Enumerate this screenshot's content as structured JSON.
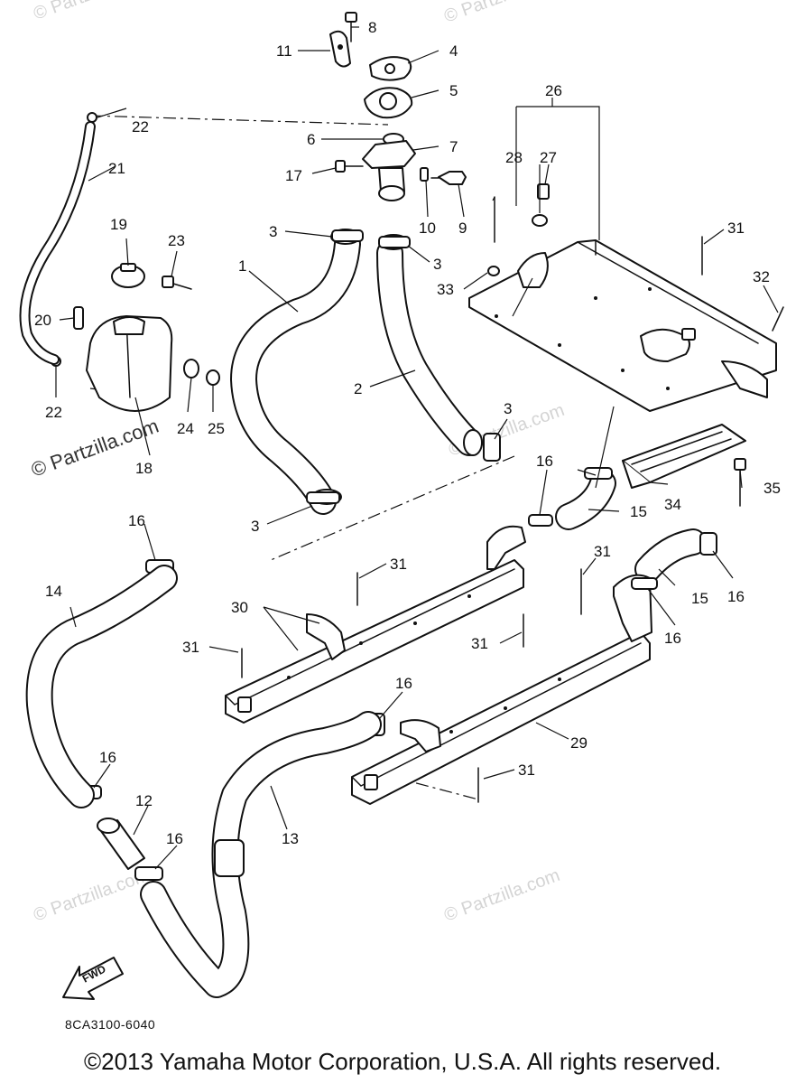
{
  "watermarks": {
    "faint": "© Partzilla.com",
    "dark": "© Partzilla.com"
  },
  "callouts": [
    "1",
    "2",
    "3",
    "3",
    "3",
    "3",
    "4",
    "5",
    "6",
    "7",
    "8",
    "9",
    "10",
    "11",
    "12",
    "13",
    "14",
    "15",
    "15",
    "16",
    "16",
    "16",
    "16",
    "16",
    "16",
    "16",
    "17",
    "18",
    "19",
    "20",
    "21",
    "22",
    "22",
    "23",
    "24",
    "25",
    "26",
    "27",
    "28",
    "29",
    "30",
    "31",
    "31",
    "31",
    "31",
    "31",
    "31",
    "32",
    "33",
    "34",
    "35"
  ],
  "fwd_label": "FWD",
  "drawing_code": "8CA3100-6040",
  "copyright": "©2013  Yamaha Motor Corporation, U.S.A. All rights reserved."
}
